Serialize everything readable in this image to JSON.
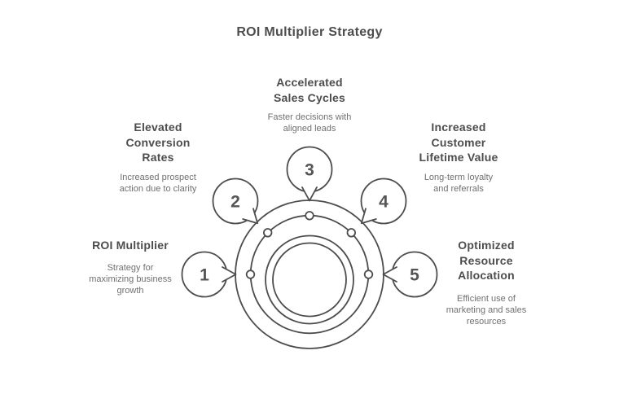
{
  "title": "ROI Multiplier Strategy",
  "items": [
    {
      "number": "1",
      "heading": "ROI Multiplier",
      "description": "Strategy for\nmaximizing business\ngrowth"
    },
    {
      "number": "2",
      "heading": "Elevated\nConversion\nRates",
      "description": "Increased prospect\naction due to clarity"
    },
    {
      "number": "3",
      "heading": "Accelerated\nSales Cycles",
      "description": "Faster decisions with\naligned leads"
    },
    {
      "number": "4",
      "heading": "Increased\nCustomer\nLifetime Value",
      "description": "Long-term loyalty\nand referrals"
    },
    {
      "number": "5",
      "heading": "Optimized\nResource\nAllocation",
      "description": "Efficient use of\nmarketing and sales\nresources"
    }
  ],
  "colors": {
    "stroke": "#4d4d4d",
    "heading_text": "#4d4d4d",
    "body_text": "#707070",
    "number_text": "#555555",
    "background": "#ffffff"
  }
}
